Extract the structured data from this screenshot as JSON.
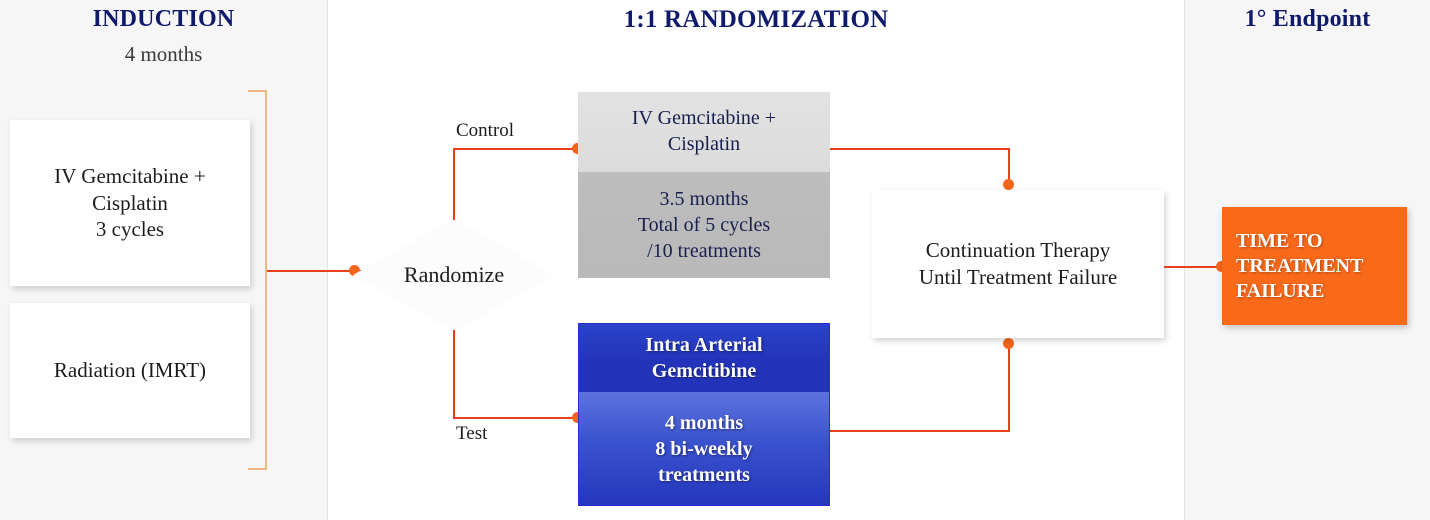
{
  "panels": {
    "induction": {
      "title": "INDUCTION",
      "subtitle": "4 months"
    },
    "randomization": {
      "title": "1:1 RANDOMIZATION"
    },
    "endpoint": {
      "title": "1° Endpoint"
    }
  },
  "induction_boxes": [
    {
      "text": "IV Gemcitabine +\nCisplatin\n3 cycles"
    },
    {
      "text": "Radiation (IMRT)"
    }
  ],
  "randomize": {
    "label": "Randomize"
  },
  "branches": {
    "control_label": "Control",
    "test_label": "Test"
  },
  "control_arm": {
    "treatment": "IV Gemcitabine +\nCisplatin",
    "schedule": "3.5 months\nTotal of 5 cycles\n/10 treatments"
  },
  "test_arm": {
    "treatment": "Intra Arterial\nGemcitibine",
    "schedule": "4 months\n8 bi-weekly\ntreatments"
  },
  "continuation": {
    "text": "Continuation Therapy\nUntil Treatment Failure"
  },
  "endpoint_box": {
    "text": "TIME TO\nTREATMENT\nFAILURE"
  },
  "colors": {
    "header_navy": "#0f1a6b",
    "connector_orange": "#e8401a",
    "dot_orange": "#f4651c",
    "bracket_orange": "#f0b77e",
    "endpoint_orange": "#f8691a",
    "control_light_grey": "#e2e2e2",
    "control_dark_grey": "#bdbdbd",
    "test_blue": "#2334bb",
    "panel_tint": "#f6f6f7"
  }
}
